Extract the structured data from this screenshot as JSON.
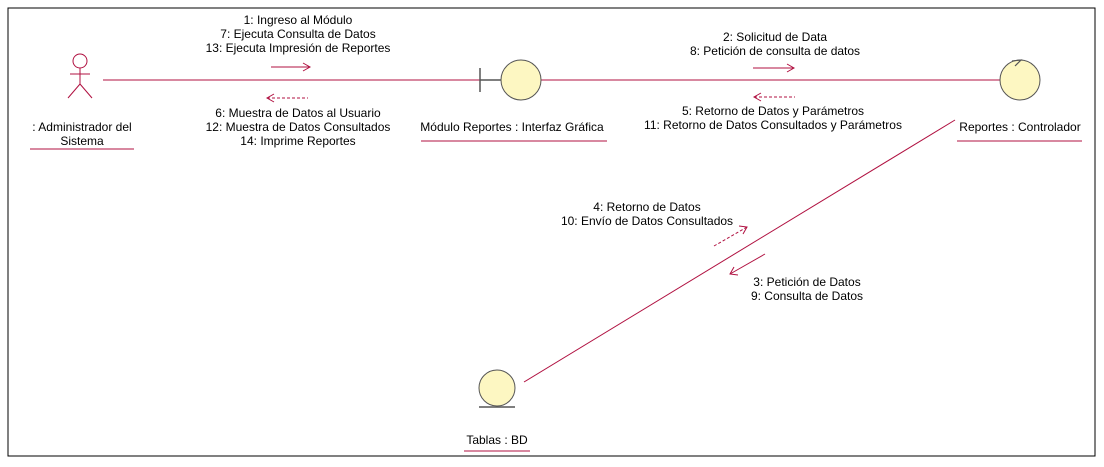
{
  "diagram": {
    "colors": {
      "link": "#b01040",
      "object_fill": "#fdf7c2",
      "object_stroke": "#555555",
      "arrow": "#b01040",
      "frame": "#000000",
      "text": "#000000"
    },
    "objects": {
      "admin": {
        "name": ": Administrador del",
        "name2": "Sistema",
        "icon": "actor-icon"
      },
      "ui": {
        "name": "Módulo Reportes : Interfaz Gráfica",
        "icon": "boundary-icon"
      },
      "controller": {
        "name": "Reportes : Controlador",
        "icon": "control-icon"
      },
      "db": {
        "name": "Tablas : BD",
        "icon": "entity-icon"
      }
    },
    "messages": {
      "admin_to_ui": [
        "1: Ingreso al Módulo",
        "7: Ejecuta Consulta de Datos",
        "13: Ejecuta Impresión de Reportes"
      ],
      "ui_to_admin": [
        "6: Muestra de Datos al Usuario",
        "12: Muestra de Datos Consultados",
        "14: Imprime Reportes"
      ],
      "ui_to_controller": [
        "2: Solicitud de Data",
        "8: Petición de consulta de datos"
      ],
      "controller_to_ui": [
        "5: Retorno de Datos y Parámetros",
        "11: Retorno de Datos Consultados y Parámetros"
      ],
      "db_to_controller": [
        "4: Retorno de Datos",
        "10: Envío de Datos Consultados"
      ],
      "controller_to_db": [
        "3: Petición de Datos",
        "9: Consulta de Datos"
      ]
    }
  }
}
